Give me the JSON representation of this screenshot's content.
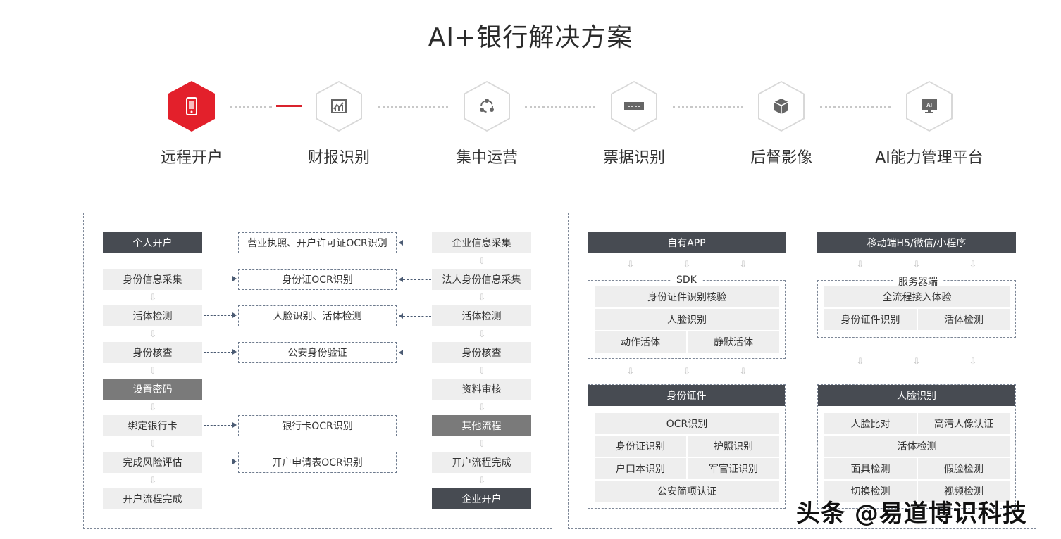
{
  "title": "AI+银行解决方案",
  "steps": [
    {
      "label": "远程开户",
      "icon": "phone-icon"
    },
    {
      "label": "财报识别",
      "icon": "chart-icon"
    },
    {
      "label": "集中运营",
      "icon": "network-icon"
    },
    {
      "label": "票据识别",
      "icon": "ticket-icon"
    },
    {
      "label": "后督影像",
      "icon": "cube-icon"
    },
    {
      "label": "AI能力管理平台",
      "icon": "monitor-ai-icon"
    }
  ],
  "left_panel": {
    "personal": [
      "个人开户",
      "身份信息采集",
      "活体检测",
      "身份核查",
      "设置密码",
      "绑定银行卡",
      "完成风险评估",
      "开户流程完成"
    ],
    "middle": [
      "营业执照、开户许可证OCR识别",
      "身份证OCR识别",
      "人脸识别、活体检测",
      "公安身份验证",
      "银行卡OCR识别",
      "开户申请表OCR识别"
    ],
    "enterprise": [
      "企业信息采集",
      "法人身份信息采集",
      "活体检测",
      "身份核查",
      "资料审核",
      "其他流程",
      "开户流程完成",
      "企业开户"
    ]
  },
  "right_panel": {
    "app_header": "自有APP",
    "sdk_label": "SDK",
    "sdk_items": [
      "身份证件识别核验",
      "人脸识别",
      "动作活体",
      "静默活体"
    ],
    "h5_header": "移动端H5/微信/小程序",
    "server_label": "服务器端",
    "server_items": [
      "全流程接入体验",
      "身份证件识别",
      "活体检测"
    ],
    "id_header": "身份证件",
    "id_items": [
      "OCR识别",
      "身份证识别",
      "护照识别",
      "户口本识别",
      "军官证识别",
      "公安简项认证"
    ],
    "face_header": "人脸识别",
    "face_items": [
      "人脸比对",
      "高清人像认证",
      "活体检测",
      "面具检测",
      "假脸检测",
      "切换检测",
      "视频检测"
    ]
  },
  "watermark": "头条 @易道博识科技",
  "arrow_glyph": "⇩"
}
